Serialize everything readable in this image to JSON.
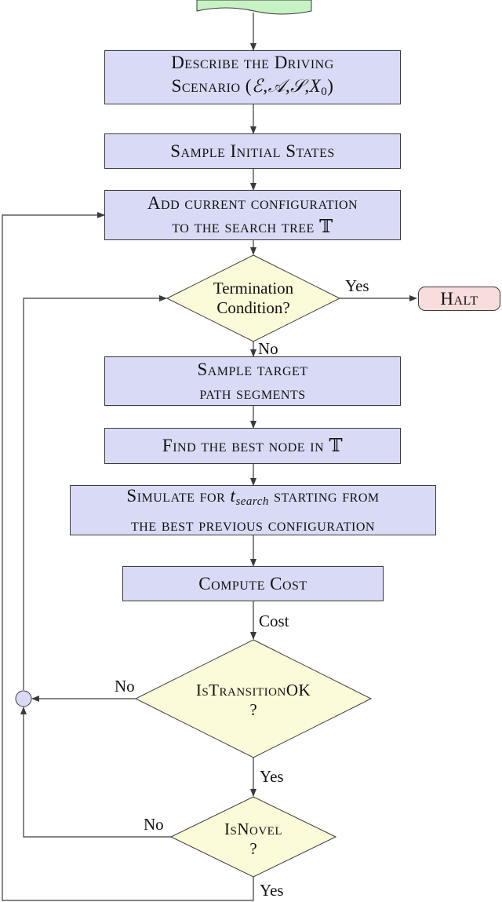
{
  "nodes": {
    "describe": {
      "line1": "Describe the Driving",
      "line2_prefix": "Scenario (",
      "E": "ℰ",
      "A": "𝒜",
      "S": "𝒮",
      "X": "X",
      "X_sub": "0",
      "close": ")"
    },
    "sample_initial": {
      "label": "Sample Initial States"
    },
    "add_config": {
      "line1": "Add current configuration",
      "line2": "to the search tree 𝕋"
    },
    "termination": {
      "line1": "Termination",
      "line2": "Condition?"
    },
    "halt": {
      "label": "Halt"
    },
    "sample_target": {
      "line1": "Sample target",
      "line2": "path segments"
    },
    "find_best": {
      "label": "Find the best node in 𝕋"
    },
    "simulate": {
      "line1_prefix": "Simulate for ",
      "t": "t",
      "t_sub": "search",
      "line1_suffix": " starting from",
      "line2": "the best previous configuration"
    },
    "compute_cost": {
      "label": "Compute Cost"
    },
    "is_transition_ok": {
      "line1": "IsTransitionOK",
      "line2": "?"
    },
    "is_novel": {
      "line1": "IsNovel",
      "line2": "?"
    }
  },
  "edge_labels": {
    "termination_yes": "Yes",
    "termination_no": "No",
    "cost": "Cost",
    "transition_no": "No",
    "transition_yes": "Yes",
    "novel_no": "No",
    "novel_yes": "Yes"
  },
  "colors": {
    "process_fill": "#d9dbf6",
    "decision_fill": "#fbfbd9",
    "halt_fill": "#f9dcdc",
    "start_fill": "#c6f2c4",
    "line": "#3a3a3a"
  }
}
